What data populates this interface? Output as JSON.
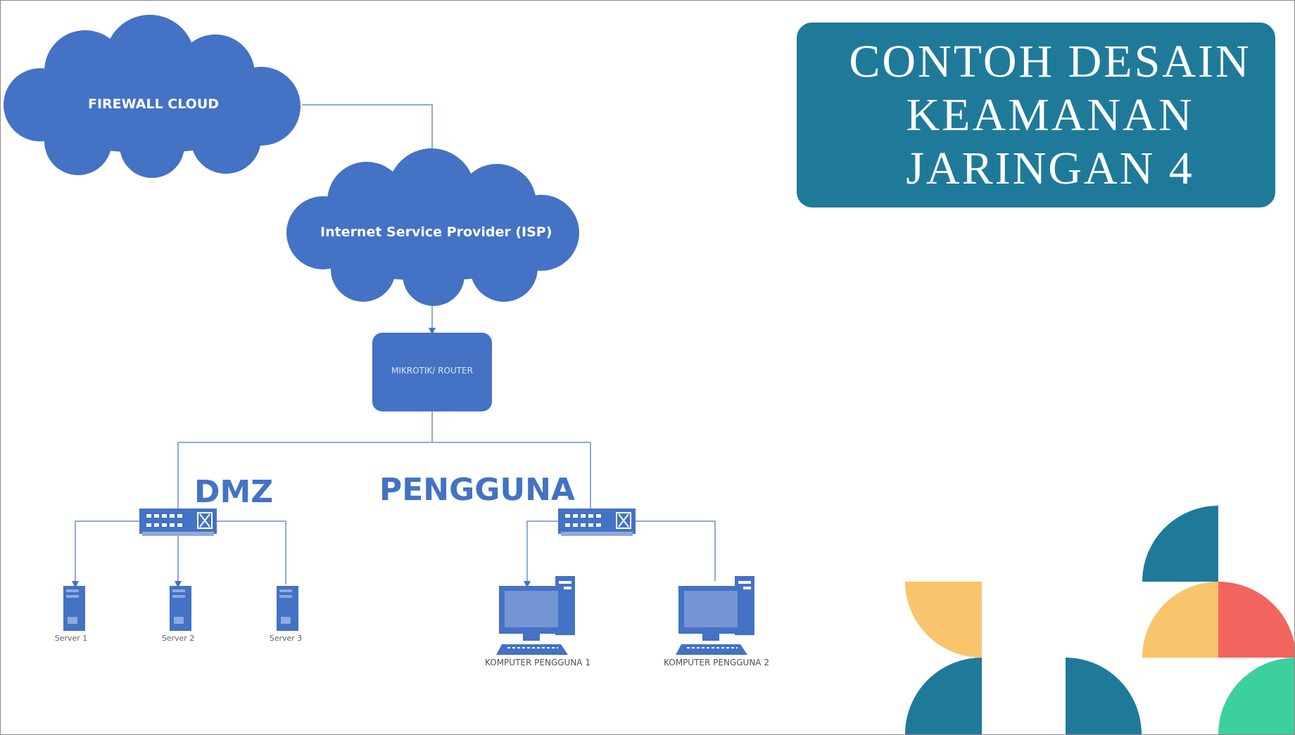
{
  "title": "CONTOH DESAIN\nKEAMANAN\nJARINGAN 4",
  "nodes": {
    "firewall_cloud": "FIREWALL CLOUD",
    "isp_cloud": "Internet Service Provider (ISP)",
    "router": "MIKROTIK/ ROUTER"
  },
  "zones": {
    "dmz": "DMZ",
    "pengguna": "PENGGUNA"
  },
  "servers": [
    "Server 1",
    "Server 2",
    "Server 3"
  ],
  "computers": [
    "KOMPUTER PENGGUNA 1",
    "KOMPUTER PENGGUNA 2"
  ],
  "colors": {
    "node_blue": "#4472c4",
    "title_teal": "#1f7a9a",
    "connector": "#8faadc",
    "deco_teal": "#1f7a9a",
    "deco_yellow": "#f9c46b",
    "deco_coral": "#f2655f",
    "deco_green": "#3ecf9f"
  }
}
